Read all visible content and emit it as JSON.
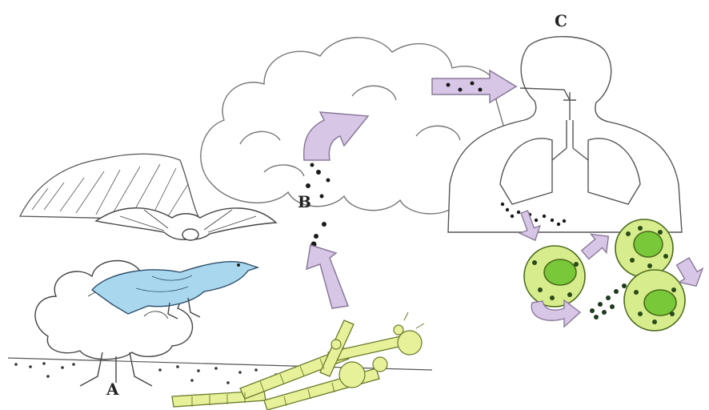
{
  "labels": {
    "a": "A",
    "b": "B",
    "c": "C"
  },
  "colors": {
    "arrow_fill": "#d7c6e6",
    "arrow_stroke": "#8a7a9a",
    "bird": "#a9d8ee",
    "fungus": "#e7f19a",
    "cell": "#d7ec8c",
    "nucleus": "#78c83a",
    "spore": "#1f3a1f",
    "line": "#555555"
  }
}
